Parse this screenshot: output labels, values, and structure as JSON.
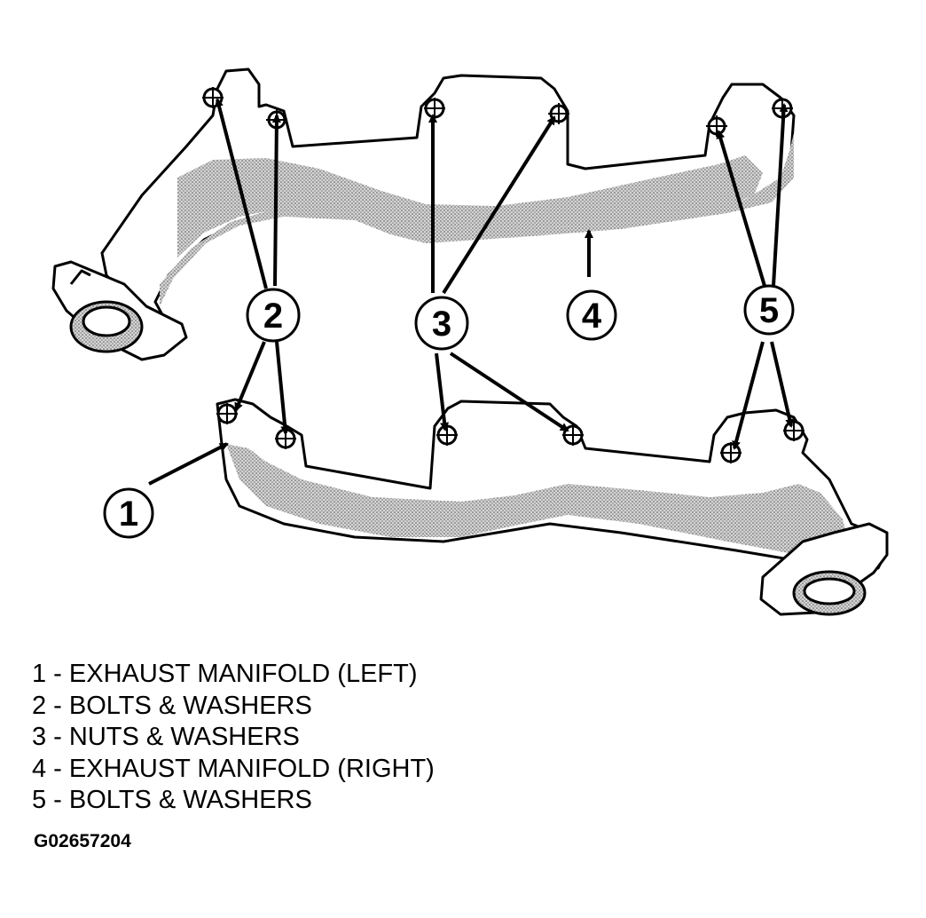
{
  "callouts": [
    {
      "num": "1",
      "label": "EXHAUST MANIFOLD (LEFT)"
    },
    {
      "num": "2",
      "label": "BOLTS & WASHERS"
    },
    {
      "num": "3",
      "label": "NUTS & WASHERS"
    },
    {
      "num": "4",
      "label": "EXHAUST MANIFOLD (RIGHT)"
    },
    {
      "num": "5",
      "label": "BOLTS & WASHERS"
    }
  ],
  "legend": [
    "1 - EXHAUST MANIFOLD (LEFT)",
    "2 - BOLTS & WASHERS",
    "3 - NUTS & WASHERS",
    "4 - EXHAUST MANIFOLD (RIGHT)",
    "5 - BOLTS & WASHERS"
  ],
  "figure_id": "G02657204",
  "colors": {
    "ink": "#000000",
    "shading": "#bdbdbd",
    "paper": "#ffffff"
  }
}
